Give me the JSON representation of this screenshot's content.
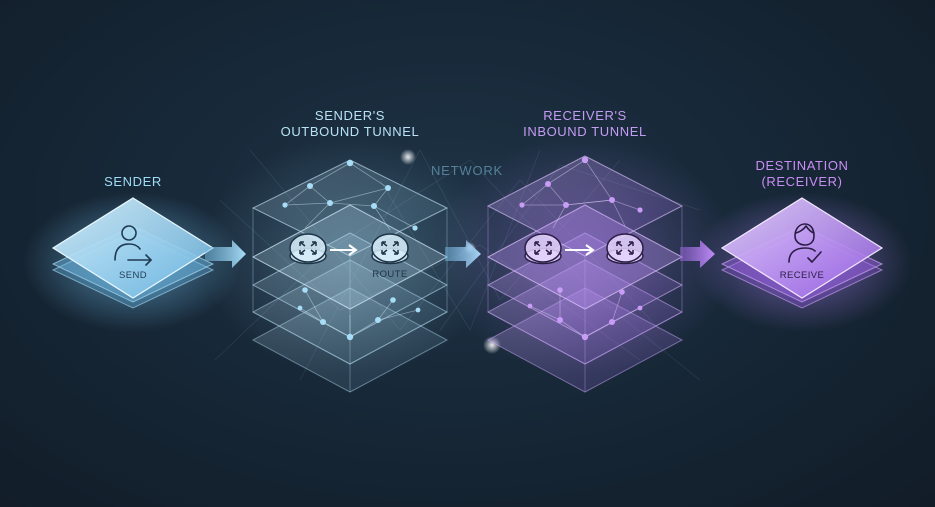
{
  "labels": {
    "sender": "SENDER",
    "outbound_line1": "SENDER'S",
    "outbound_line2": "OUTBOUND TUNNEL",
    "network": "NETWORK",
    "inbound_line1": "RECEIVER'S",
    "inbound_line2": "INBOUND TUNNEL",
    "destination_line1": "DESTINATION",
    "destination_line2": "(RECEIVER)",
    "send": "SEND",
    "route": "ROUTE",
    "receive": "RECEIVE"
  },
  "colors": {
    "background": "#172838",
    "sender_blue": "#9fdcf6",
    "outbound_blue": "#b9e2f4",
    "network_text": "#56809a",
    "inbound_purple": "#c59cf4",
    "destination_purple": "#c98ef4",
    "arrow_blue": "#8ecfee",
    "arrow_purple": "#b37cf0"
  },
  "icons": {
    "sender": "user-send-icon",
    "router": "router-icon",
    "receiver": "user-check-icon",
    "arrow": "right-arrow-icon"
  }
}
